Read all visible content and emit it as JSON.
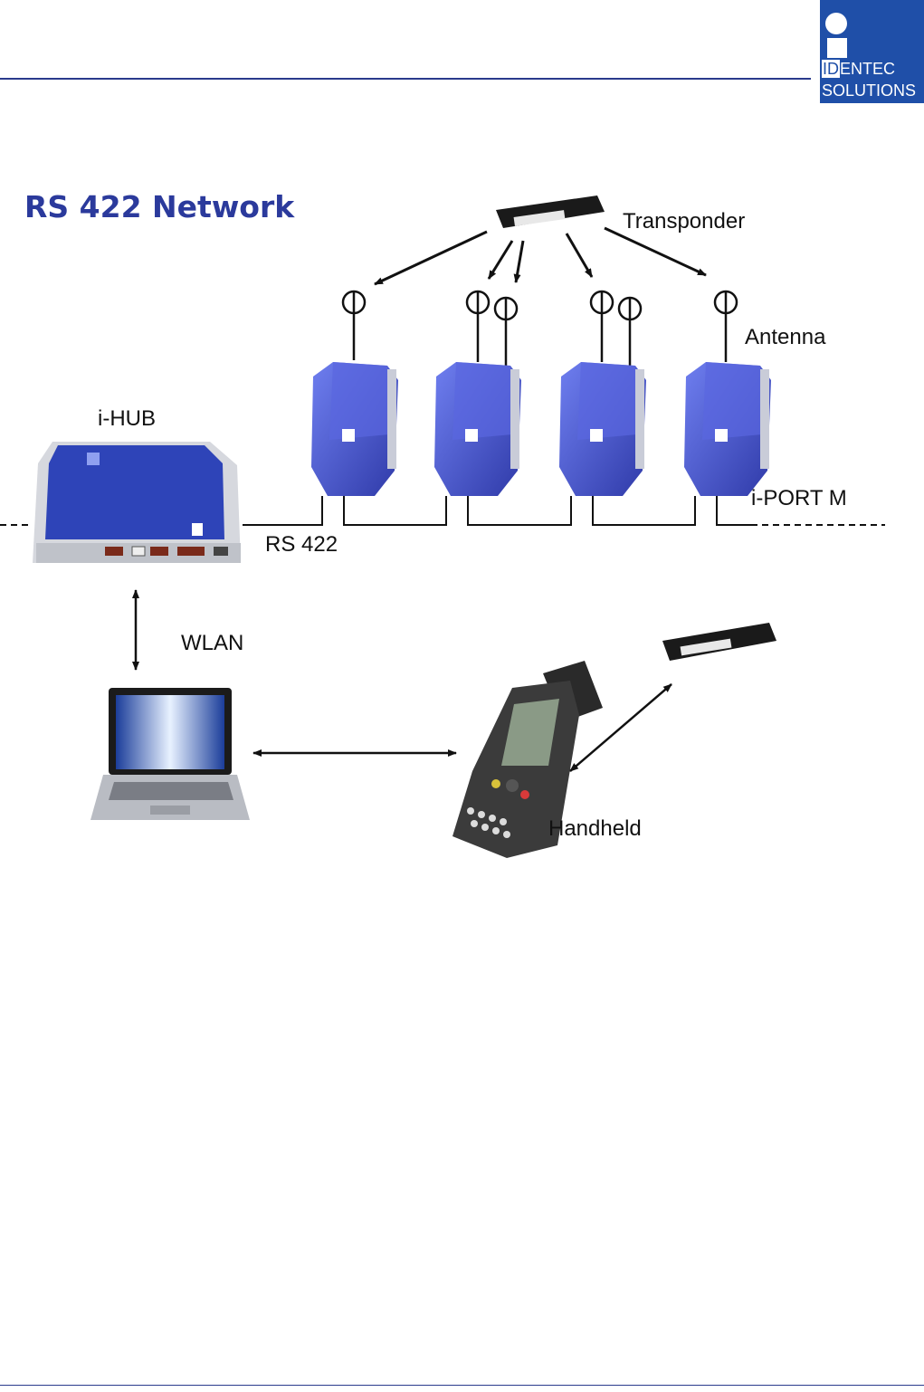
{
  "logo": {
    "line1_id": "ID",
    "line1_rest": "ENTEC",
    "line2": "SOLUTIONS"
  },
  "diagram": {
    "title": "RS 422 Network",
    "labels": {
      "transponder": "Transponder",
      "antenna": "Antenna",
      "ihub": "i-HUB",
      "iport": "i-PORT M",
      "rs422": "RS 422",
      "wlan": "WLAN",
      "handheld": "Handheld"
    }
  },
  "colors": {
    "brand_blue": "#1f4fa8",
    "title_blue": "#2b3a9c",
    "device_blue": "#3f4fc8"
  }
}
